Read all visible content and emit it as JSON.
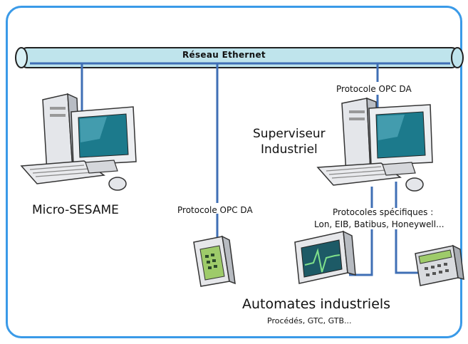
{
  "network": {
    "title": "Réseau  Ethernet"
  },
  "nodes": {
    "micro_sesame": {
      "label": "Micro-SESAME"
    },
    "superviseur": {
      "line1": "Superviseur",
      "line2": "Industriel"
    },
    "automates": {
      "label": "Automates industriels",
      "sublabel": "Procédés, GTC, GTB..."
    }
  },
  "links": {
    "opc_center": "Protocole OPC DA",
    "opc_right": "Protocole OPC DA",
    "specific_line1": "Protocoles spécifiques :",
    "specific_line2": "Lon, EIB, Batibus, Honeywell..."
  },
  "colors": {
    "frame": "#3a9ae8",
    "cable": "#3f6fb5",
    "bus_fill": "#bfe4ec",
    "screen": "#1c7a8c"
  }
}
